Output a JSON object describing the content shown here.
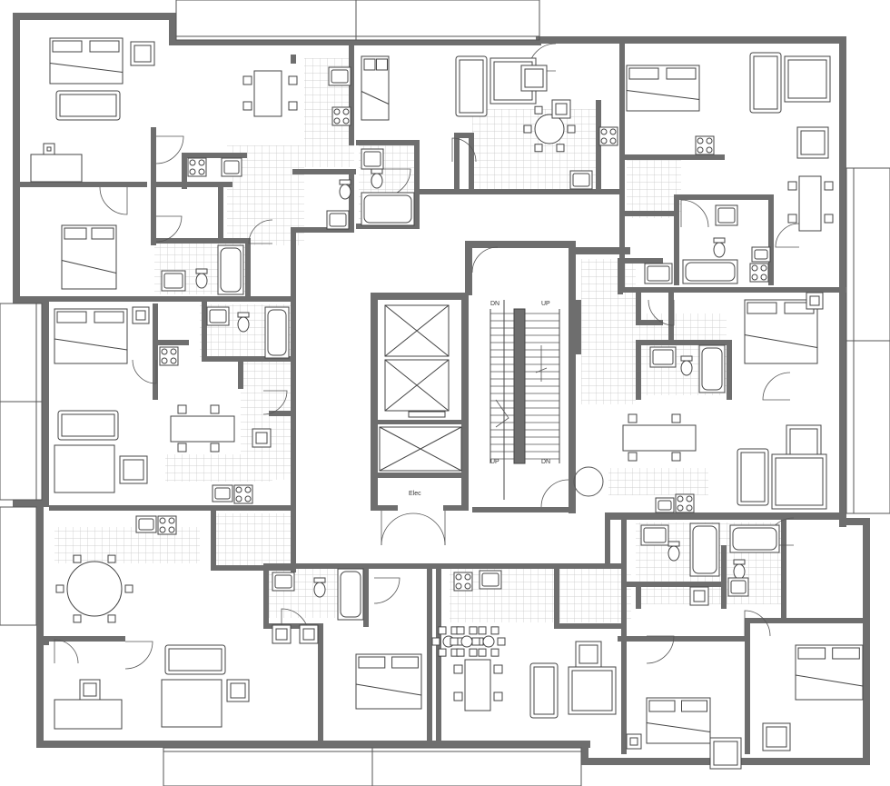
{
  "labels": {
    "stairs_left_dn": "DN",
    "stairs_left_up": "UP",
    "stairs_right_up": "UP",
    "stairs_right_dn": "DN",
    "electrical_room": "Elec"
  },
  "colors": {
    "wall": "#6e6e6e",
    "line": "#555555",
    "tile": "#bfbfbf",
    "background": "#ffffff"
  }
}
